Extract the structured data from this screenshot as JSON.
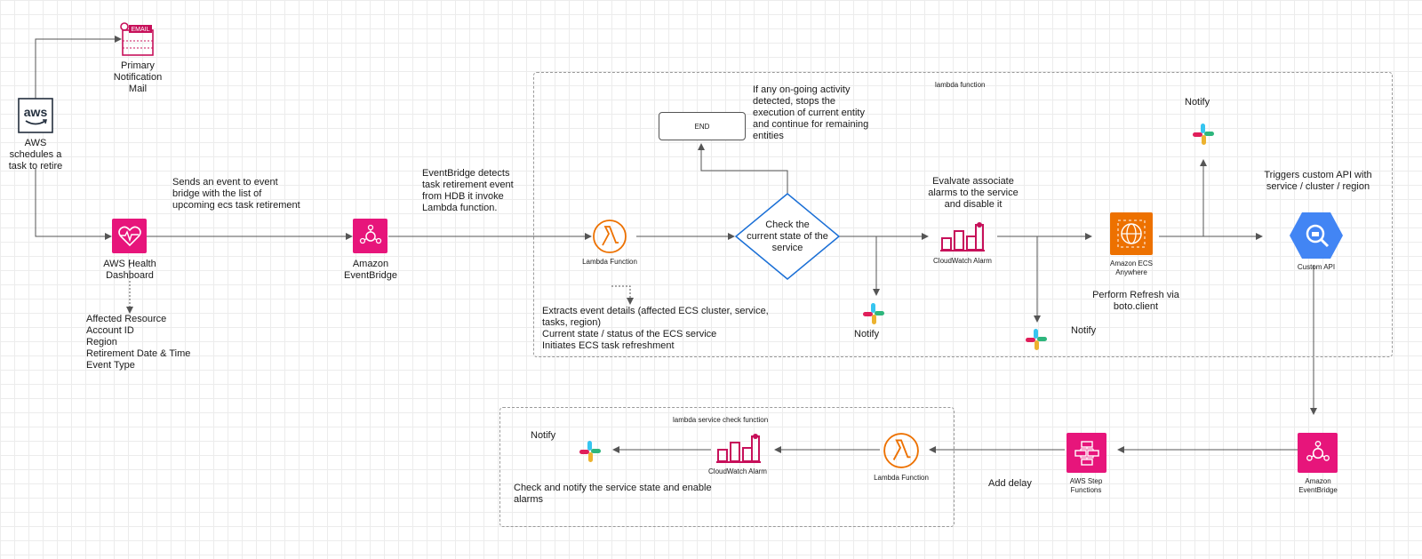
{
  "colors": {
    "aws_pink": "#e7157b",
    "aws_orange": "#ed7100",
    "cloudwatch": "#c7105a",
    "decision_border": "#1a6fd6",
    "gcp_blue": "#4285f4",
    "connector": "#555555"
  },
  "nodes": {
    "email_label": "EMAIL",
    "primary_mail": "Primary\nNotification\nMail",
    "aws_logo_text": "aws",
    "aws_schedule": "AWS\nschedules a\ntask to retire",
    "health_dashboard": "AWS Health\nDashboard",
    "eventbridge_1": "Amazon\nEventBridge",
    "lambda_1": "Lambda Function",
    "decision": "Check the\ncurrent state of the\nservice",
    "end": "END",
    "cloudwatch_1": "CloudWatch Alarm",
    "ecs_anywhere": "Amazon ECS\nAnywhere",
    "custom_api": "Custom API",
    "eventbridge_2": "Amazon\nEventBridge",
    "step_functions": "AWS Step\nFunctions",
    "lambda_2": "Lambda Function",
    "cloudwatch_2": "CloudWatch Alarm"
  },
  "groups": {
    "main": "lambda function",
    "check": "lambda service check function"
  },
  "notes": {
    "sends_event": "Sends an event to event\nbridge with the list of\nupcoming ecs task retirement",
    "detects": "EventBridge detects\ntask retirement event\nfrom HDB it invoke\nLambda function.",
    "ongoing": "If any on-going activity\ndetected, stops the\nexecution of current entity\nand continue for remaining\nentities",
    "evaluate": "Evalvate associate\nalarms to the service\nand disable it",
    "notify_top": "Notify",
    "triggers": "Triggers custom API with\nservice / cluster / region",
    "affected": "Affected Resource\nAccount ID\nRegion\nRetirement Date & Time\nEvent Type",
    "extracts": "Extracts event details (affected ECS cluster, service,\ntasks, region)\nCurrent state / status of the ECS service\nInitiates ECS task refreshment",
    "notify_mid": "Notify",
    "perform_refresh": "Perform Refresh via\nboto.client",
    "notify_right": "Notify",
    "notify_bottom": "Notify",
    "add_delay": "Add delay",
    "check_notify": "Check and notify the service state and enable\nalarms"
  }
}
